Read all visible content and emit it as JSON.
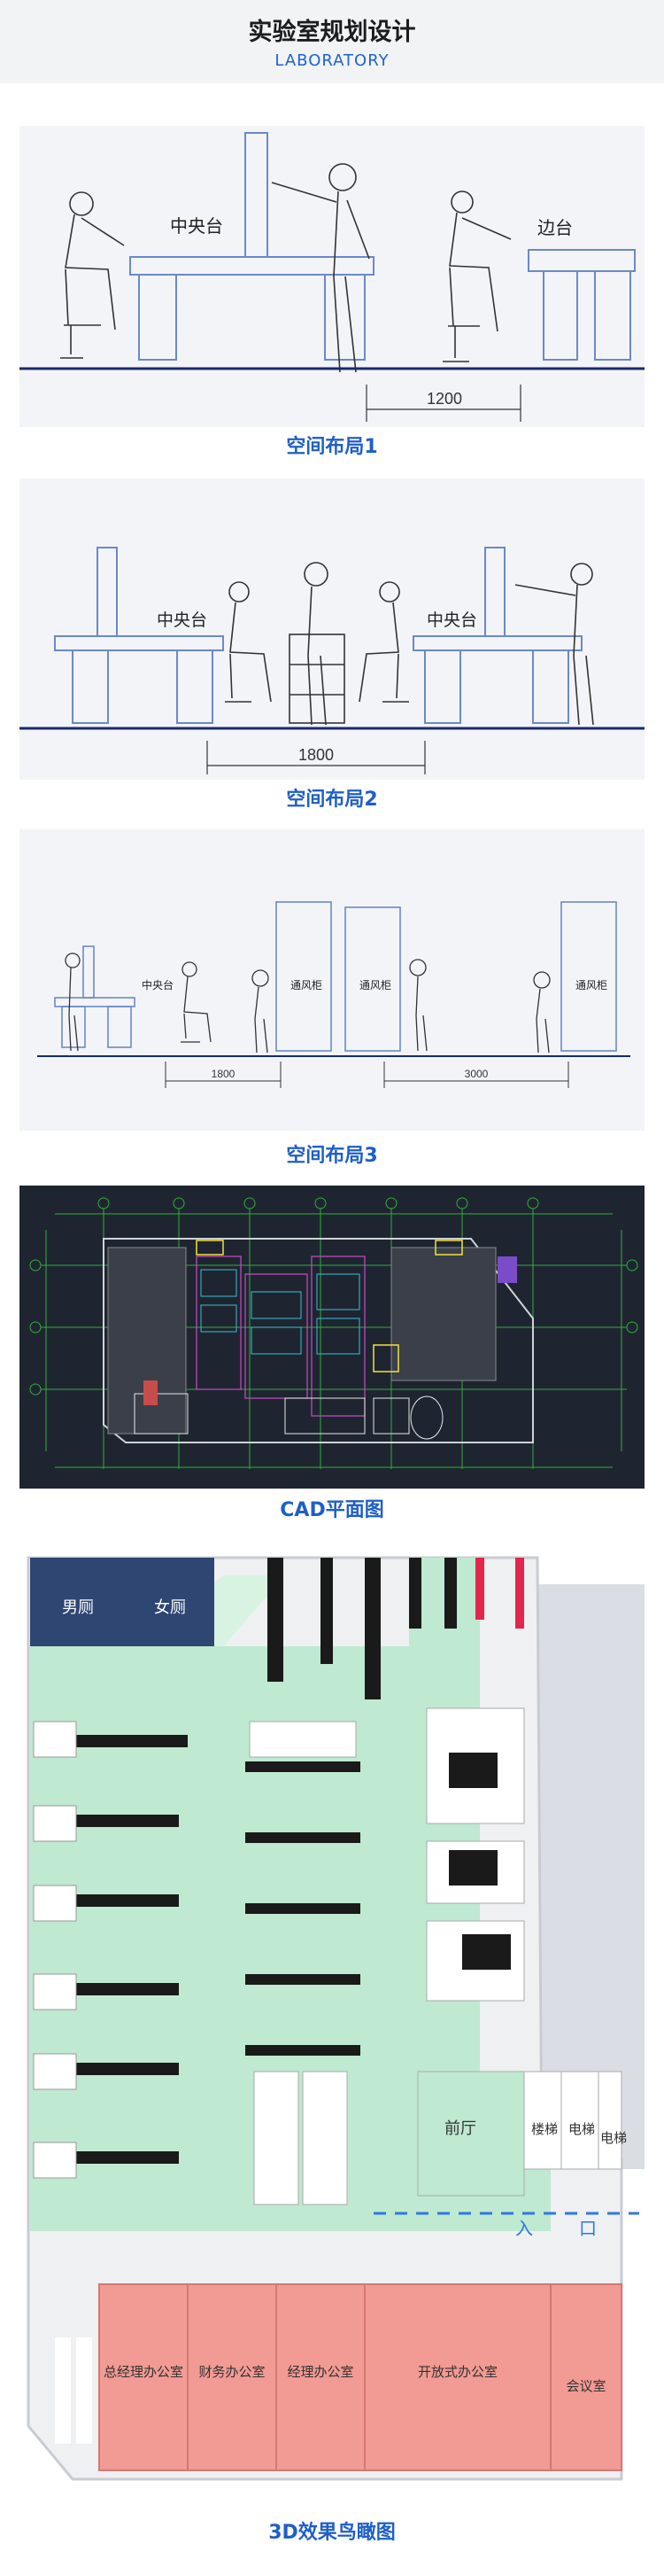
{
  "header": {
    "title": "实验室规划设计",
    "subtitle": "LABORATORY"
  },
  "section1": {
    "caption": "空间布局1",
    "labels": {
      "center_bench": "中央台",
      "side_bench": "边台",
      "dimension": "1200"
    }
  },
  "section2": {
    "caption": "空间布局2",
    "labels": {
      "center_bench_left": "中央台",
      "center_bench_right": "中央台",
      "dimension": "1800"
    }
  },
  "section3": {
    "caption": "空间布局3",
    "labels": {
      "center_bench": "中央台",
      "fume_hood_1": "通风柜",
      "fume_hood_2": "通风柜",
      "fume_hood_3": "通风柜",
      "dimension_1": "1800",
      "dimension_2": "3000"
    }
  },
  "section4": {
    "caption": "CAD平面图"
  },
  "section5": {
    "caption": "3D效果鸟瞰图",
    "labels": {
      "mens_room": "男厕",
      "womens_room": "女厕",
      "lobby": "前厅",
      "stairs": "楼梯",
      "elevator_1": "电梯",
      "elevator_2": "电梯",
      "entrance_1": "入",
      "entrance_2": "口",
      "gm_office": "总经理办公室",
      "finance_office": "财务办公室",
      "manager_office": "经理办公室",
      "open_office": "开放式办公室",
      "meeting_room": "会议室"
    }
  }
}
